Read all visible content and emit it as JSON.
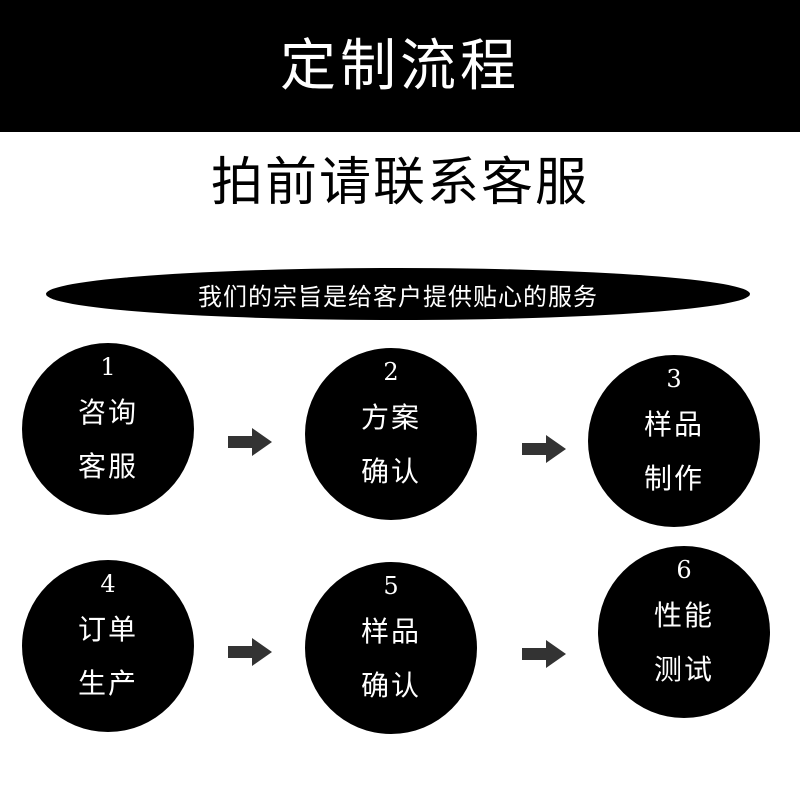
{
  "header": {
    "title": "定制流程"
  },
  "subtitle": "拍前请联系客服",
  "slogan": "我们的宗旨是给客户提供贴心的服务",
  "steps": [
    {
      "number": "1",
      "line1": "咨询",
      "line2": "客服"
    },
    {
      "number": "2",
      "line1": "方案",
      "line2": "确认"
    },
    {
      "number": "3",
      "line1": "样品",
      "line2": "制作"
    },
    {
      "number": "4",
      "line1": "订单",
      "line2": "生产"
    },
    {
      "number": "5",
      "line1": "样品",
      "line2": "确认"
    },
    {
      "number": "6",
      "line1": "性能",
      "line2": "测试"
    }
  ],
  "colors": {
    "primary": "#000000",
    "on_primary": "#ffffff",
    "arrow": "#333333"
  },
  "icons": {
    "arrow": "arrow-right-icon"
  }
}
